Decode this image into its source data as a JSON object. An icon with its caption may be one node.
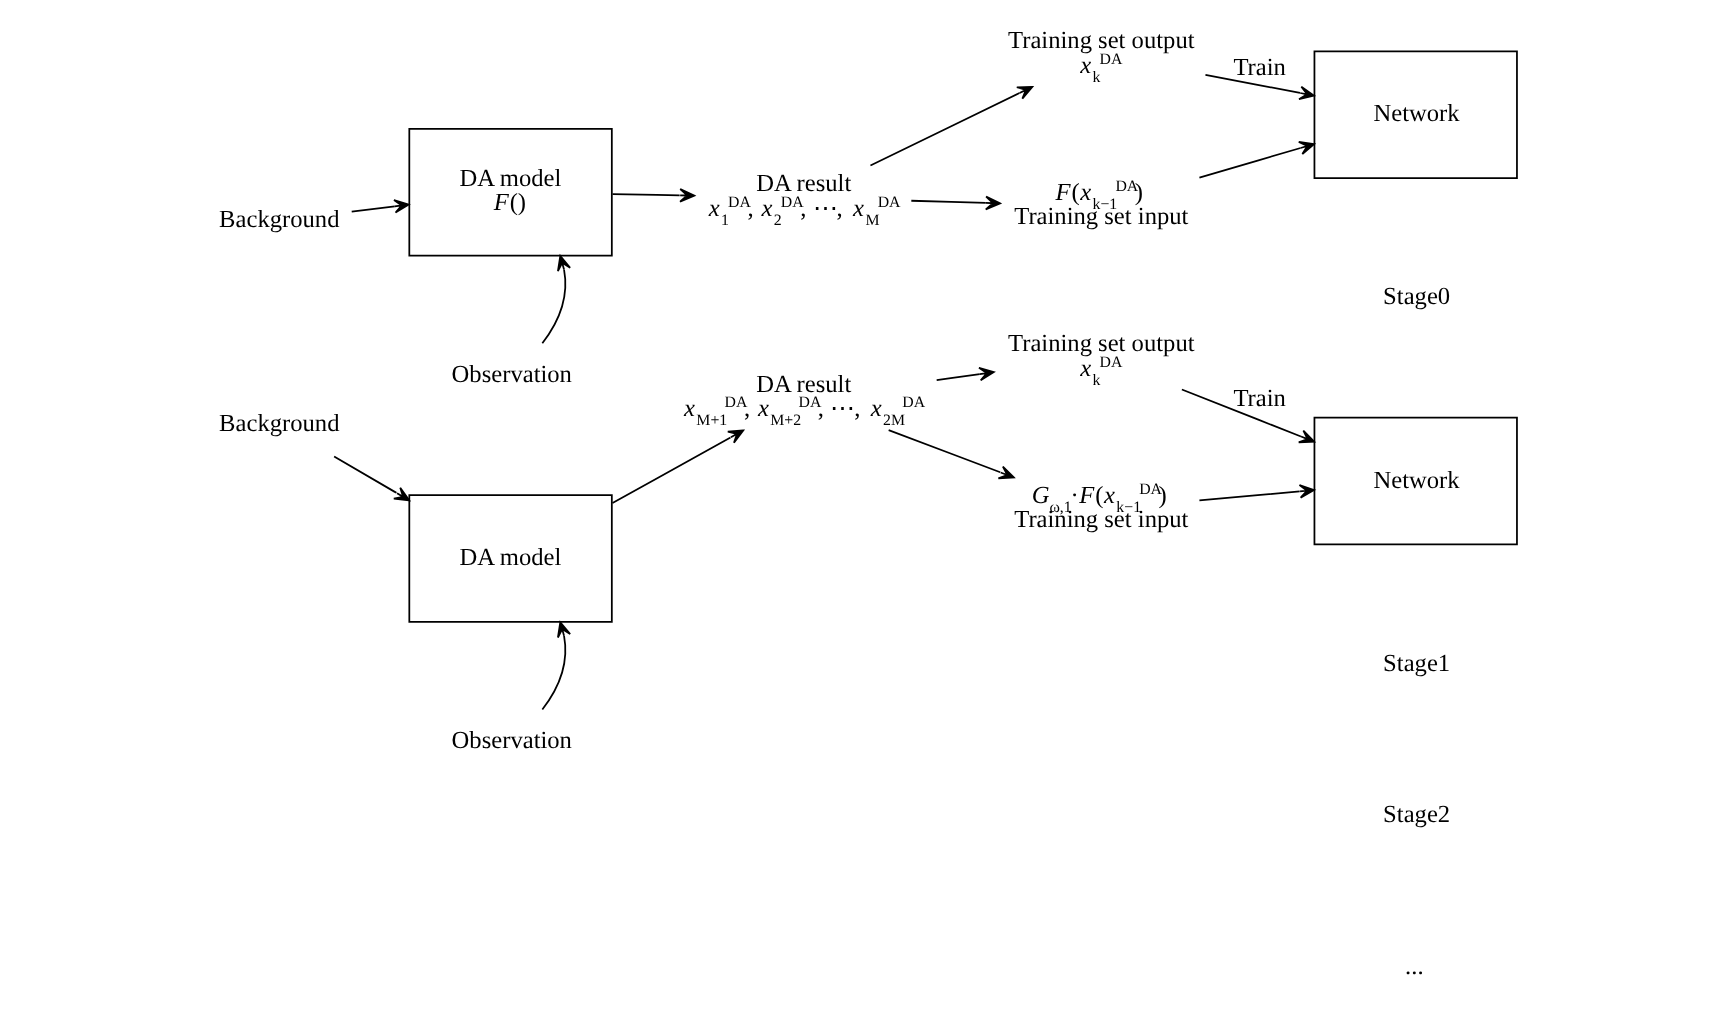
{
  "diagram": {
    "nodes": [
      {
        "text": [
          "Background"
        ]
      },
      {
        "text": [
          "DA model",
          "*F*()"
        ]
      },
      {
        "text": [
          "Observation"
        ]
      },
      {
        "text": [
          "DA result",
          "*x*$_{1}$$^{DA}$, *x*$_{2}$$^{DA}$, ⋯, *x*$_{M}$$^{DA}$"
        ]
      },
      {
        "text": [
          "Training set output",
          "*x*$_{k}$$^{DA}$"
        ]
      },
      {
        "text": [
          "*F*(*x*$_{k−1}$$^{DA}$)",
          "Training set input"
        ]
      },
      {
        "text": [
          "Network"
        ]
      },
      {
        "text": [
          "Background"
        ]
      },
      {
        "text": [
          "DA model"
        ]
      },
      {
        "text": [
          "Observation"
        ]
      },
      {
        "text": [
          "DA result",
          "*x*$_{M+1}$$^{DA}$, *x*$_{M+2}$$^{DA}$, ⋯, *x*$_{2M}$$^{DA}$"
        ]
      },
      {
        "text": [
          "Training set output",
          "*x*$_{k}$$^{DA}$"
        ]
      },
      {
        "text": [
          "*G*$_{ω,1}$·*F*(*x*$_{k−1}$$^{DA}$)",
          "Training set input"
        ]
      },
      {
        "text": [
          "Network"
        ]
      }
    ],
    "edges": [
      {
        "from": 0,
        "to": 1,
        "arrow": "to"
      },
      {
        "from": 2,
        "to": 1,
        "arrow": "to"
      },
      {
        "from": 1,
        "to": 3,
        "arrow": "to"
      },
      {
        "from": 3,
        "to": 4,
        "arrow": "to"
      },
      {
        "from": 3,
        "to": 5,
        "arrow": "to"
      },
      {
        "from": 4,
        "to": 6,
        "arrow": "to",
        "label": "Train"
      },
      {
        "from": 5,
        "to": 6,
        "arrow": "to"
      },
      {
        "from": 7,
        "to": 8,
        "arrow": "to"
      },
      {
        "from": 9,
        "to": 8,
        "arrow": "to"
      },
      {
        "from": 8,
        "to": 10,
        "arrow": "to"
      },
      {
        "from": 10,
        "to": 11,
        "arrow": "to"
      },
      {
        "from": 10,
        "to": 12,
        "arrow": "to"
      },
      {
        "from": 11,
        "to": 13,
        "arrow": "to",
        "label": "Train"
      },
      {
        "from": 12,
        "to": 13,
        "arrow": "to"
      }
    ],
    "labels": [
      "Stage0",
      "Stage1",
      "Stage2",
      "..."
    ]
  }
}
